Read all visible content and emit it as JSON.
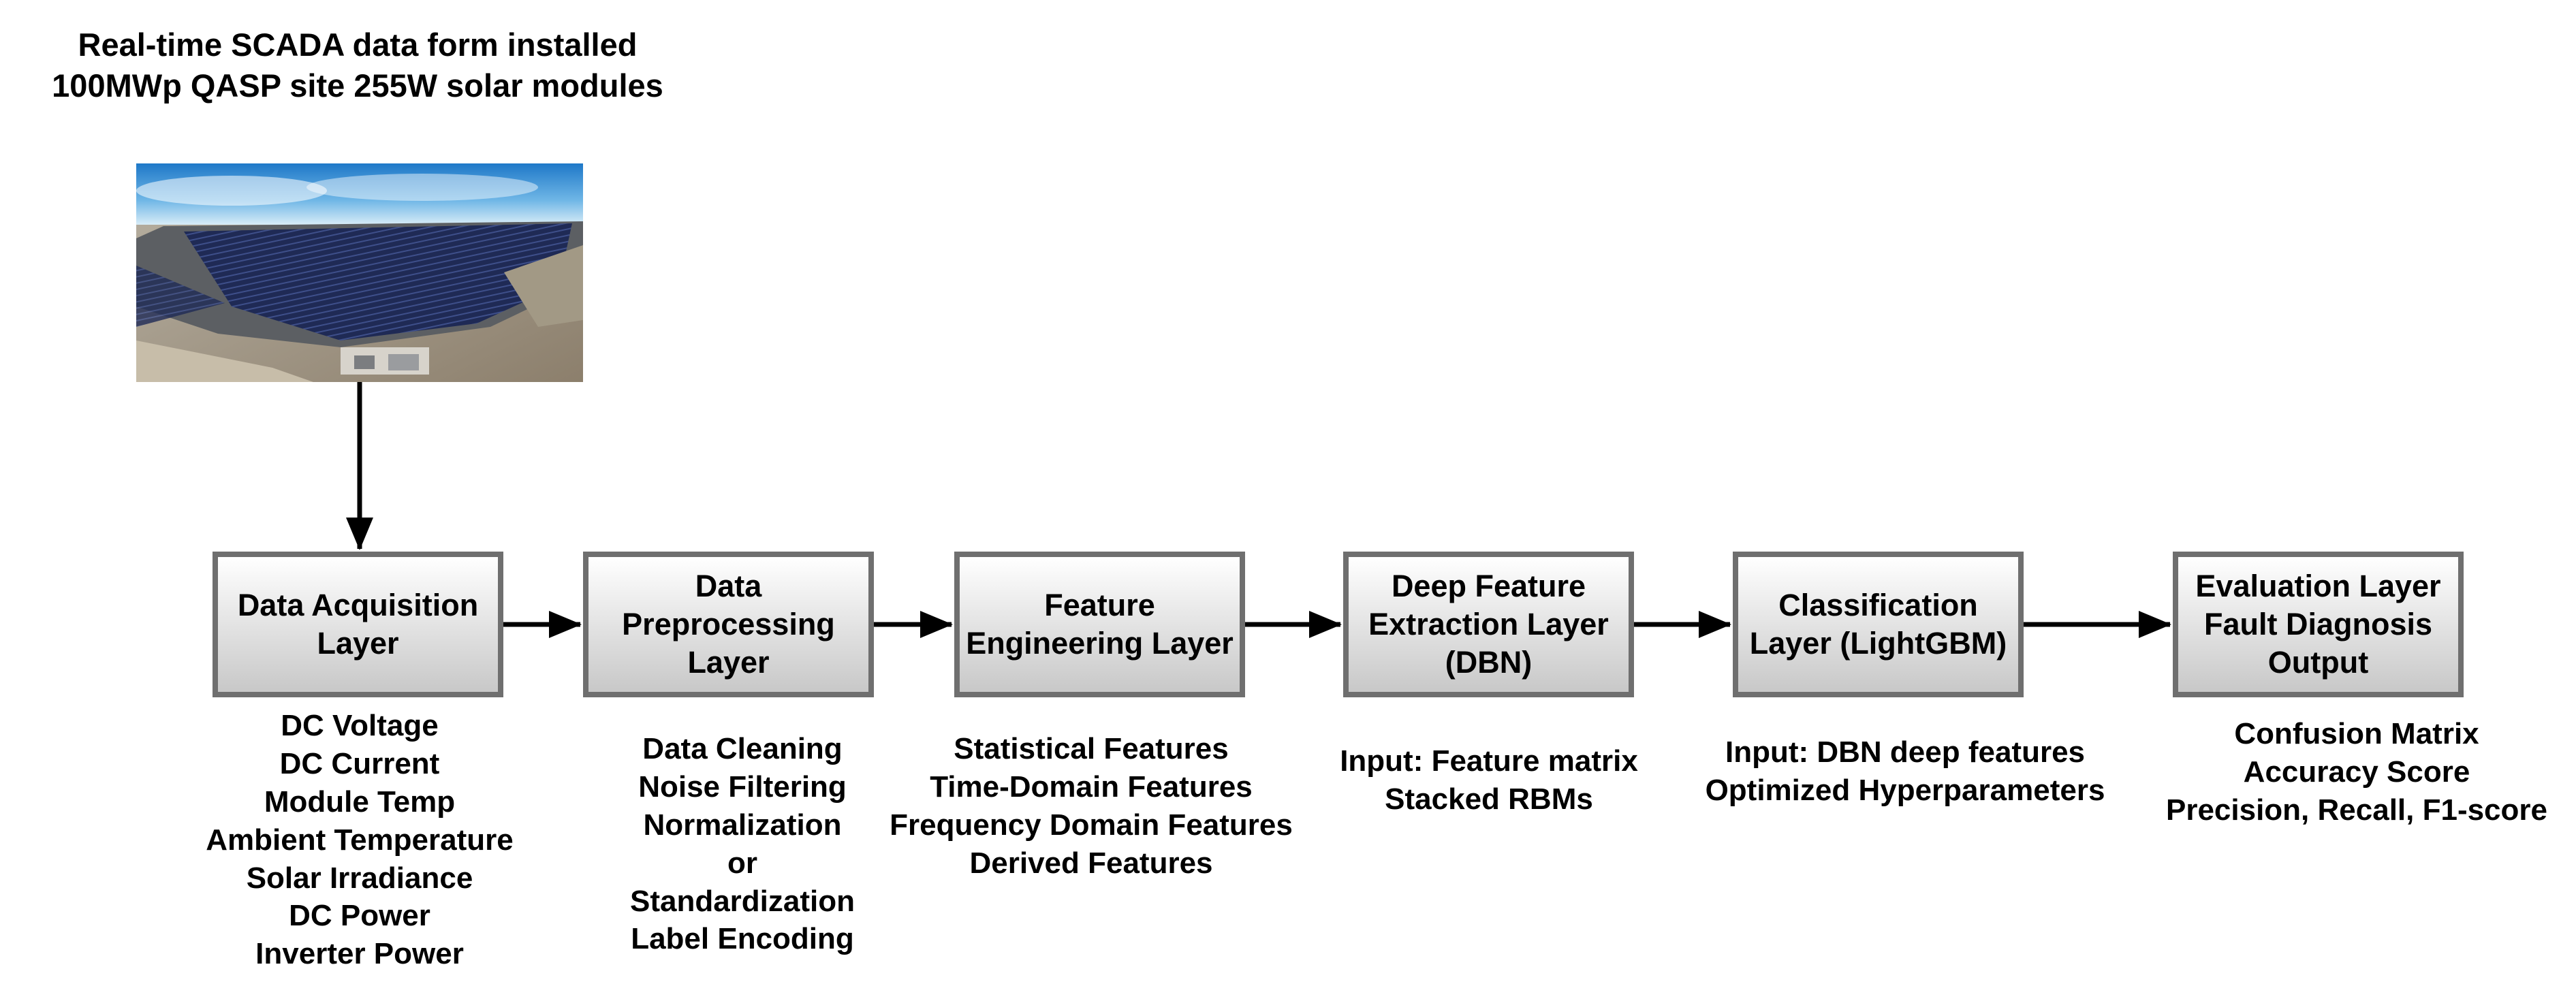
{
  "title_lines": [
    "Real-time SCADA data form installed",
    "100MWp QASP site 255W solar modules"
  ],
  "layers": [
    {
      "label": "Data Acquisition\nLayer",
      "items": [
        "DC Voltage",
        "DC Current",
        "Module Temp",
        "Ambient Temperature",
        "Solar Irradiance",
        "DC Power",
        "Inverter Power"
      ]
    },
    {
      "label": "Data\nPreprocessing\nLayer",
      "items": [
        "Data Cleaning",
        "Noise Filtering",
        "Normalization",
        "or",
        "Standardization",
        "Label Encoding"
      ]
    },
    {
      "label": "Feature\nEngineering Layer",
      "items": [
        "Statistical Features",
        "Time-Domain Features",
        "Frequency Domain Features",
        "Derived Features"
      ]
    },
    {
      "label": "Deep Feature\nExtraction Layer\n(DBN)",
      "items": [
        "Input: Feature matrix",
        "Stacked RBMs"
      ]
    },
    {
      "label": "Classification\nLayer (LightGBM)",
      "items": [
        "Input: DBN deep features",
        "Optimized Hyperparameters"
      ]
    },
    {
      "label": "Evaluation Layer\nFault Diagnosis\nOutput",
      "items": [
        "Confusion Matrix",
        "Accuracy Score",
        "Precision, Recall, F1-score"
      ]
    }
  ],
  "colors": {
    "box_border": "#6f6f6f",
    "box_gradient_top": "#ffffff",
    "box_gradient_bottom": "#c8c8c8",
    "arrow": "#000000"
  }
}
